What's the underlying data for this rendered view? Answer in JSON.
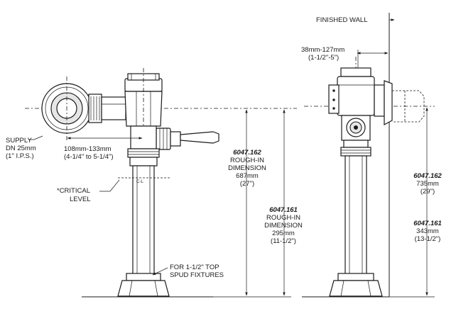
{
  "left_view": {
    "supply_label": [
      "SUPPLY",
      "DN 25mm",
      "(1\" I.P.S.)"
    ],
    "width_dim": [
      "108mm-133mm",
      "(4-1/4\" to 5-1/4\")"
    ],
    "critical_label": [
      "*CRITICAL",
      "LEVEL"
    ],
    "cl_mark": "C-L",
    "spud_label": [
      "FOR 1-1/2\" TOP",
      "SPUD FIXTURES"
    ],
    "dim_762": {
      "model": "6047.162",
      "lines": [
        "ROUGH-IN",
        "DIMENSION",
        "687mm",
        "(27\")"
      ]
    },
    "dim_761": {
      "model": "6047.161",
      "lines": [
        "ROUGH-IN",
        "DIMENSION",
        "295mm",
        "(11-1/2\")"
      ]
    }
  },
  "right_view": {
    "wall_label": "FINISHED WALL",
    "offset_dim": [
      "38mm-127mm",
      "(1-1/2\"-5\")"
    ],
    "dim_762": {
      "model": "6047.162",
      "lines": [
        "735mm",
        "(29\")"
      ]
    },
    "dim_761": {
      "model": "6047.161",
      "lines": [
        "343mm",
        "(13-1/2\")"
      ]
    }
  }
}
